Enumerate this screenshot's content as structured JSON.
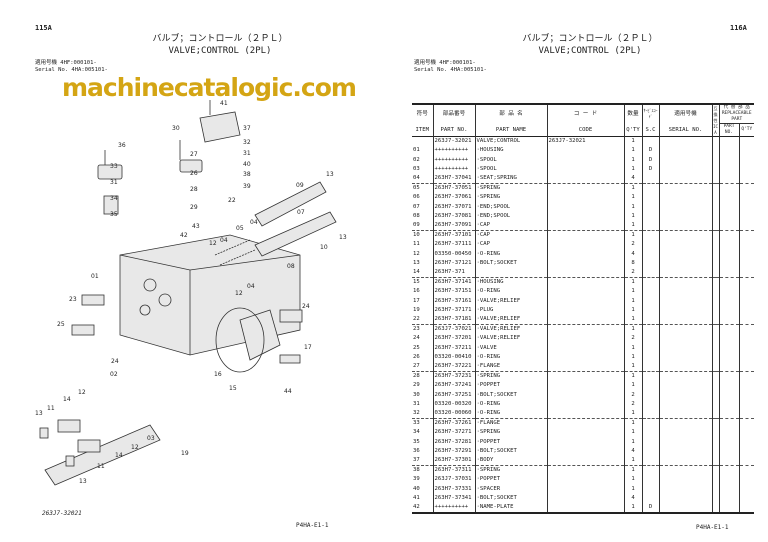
{
  "left_page": {
    "page_number": "115A",
    "title_jp": "バルブ；コントロール（２ＰＬ）",
    "title_en": "VALVE;CONTROL (2PL)",
    "serial_line1": "適用号機  4HF:000101-",
    "serial_line2": "Serial No. 4HA:005101-",
    "diagram_part_number": "263J7-32021",
    "footer": "P4HA-E1-1",
    "callouts": [
      "41",
      "30",
      "37",
      "36",
      "27",
      "32",
      "31",
      "40",
      "33",
      "26",
      "38",
      "39",
      "13",
      "31",
      "28",
      "09",
      "34",
      "29",
      "22",
      "35",
      "07",
      "43",
      "05",
      "04",
      "42",
      "12",
      "04",
      "13",
      "10",
      "08",
      "01",
      "04",
      "12",
      "23",
      "24",
      "25",
      "17",
      "24",
      "02",
      "16",
      "15",
      "44",
      "12",
      "14",
      "11",
      "13",
      "03",
      "12",
      "14",
      "19",
      "11",
      "13"
    ]
  },
  "right_page": {
    "page_number": "116A",
    "title_jp": "バルブ；コントロール（２ＰＬ）",
    "title_en": "VALVE;CONTROL (2PL)",
    "serial_line1": "適用号機  4HF:000101-",
    "serial_line2": "Serial No. 4HA:005101-",
    "footer": "P4HA-E1-1",
    "headers": {
      "item_jp": "符号",
      "item": "ITEM",
      "part_no_jp": "部品番号",
      "part_no": "PART NO.",
      "part_name_jp": "部 品 名",
      "part_name": "PART NAME",
      "code_jp": "コ ー ド",
      "code": "CODE",
      "qty_jp": "数量",
      "qty": "Q'TY",
      "sc_jp": "ｻｰﾋﾞｽｺｰﾄﾞ",
      "sc": "S.C",
      "serial_jp": "適用号機",
      "serial": "SERIAL NO.",
      "ica_jp": "互換性",
      "ica": "ICA",
      "replaceable_jp": "代 替 部 品",
      "replaceable": "REPLACEABLE PART",
      "repl_part_no": "PART NO.",
      "repl_qty": "Q'TY"
    },
    "rows": [
      {
        "item": "",
        "part_no": "263J7-32021",
        "name": "VALVE;CONTROL",
        "code": "263J7-32021",
        "qty": "1",
        "sc": ""
      },
      {
        "item": "01",
        "part_no": "++++++++++",
        "name": "·HOUSING",
        "code": "",
        "qty": "1",
        "sc": "D"
      },
      {
        "item": "02",
        "part_no": "++++++++++",
        "name": "·SPOOL",
        "code": "",
        "qty": "1",
        "sc": "D"
      },
      {
        "item": "03",
        "part_no": "++++++++++",
        "name": "·SPOOL",
        "code": "",
        "qty": "1",
        "sc": "D"
      },
      {
        "item": "04",
        "part_no": "263H7-37041",
        "name": "·SEAT;SPRING",
        "code": "",
        "qty": "4",
        "sc": ""
      },
      {
        "item": "05",
        "part_no": "263H7-37051",
        "name": "·SPRING",
        "code": "",
        "qty": "1",
        "sc": ""
      },
      {
        "item": "06",
        "part_no": "263H7-37061",
        "name": "·SPRING",
        "code": "",
        "qty": "1",
        "sc": ""
      },
      {
        "item": "07",
        "part_no": "263H7-37071",
        "name": "·END;SPOOL",
        "code": "",
        "qty": "1",
        "sc": ""
      },
      {
        "item": "08",
        "part_no": "263H7-37081",
        "name": "·END;SPOOL",
        "code": "",
        "qty": "1",
        "sc": ""
      },
      {
        "item": "09",
        "part_no": "263H7-37091",
        "name": "·CAP",
        "code": "",
        "qty": "1",
        "sc": ""
      },
      {
        "item": "10",
        "part_no": "263H7-37101",
        "name": "·CAP",
        "code": "",
        "qty": "1",
        "sc": ""
      },
      {
        "item": "11",
        "part_no": "263H7-37111",
        "name": "·CAP",
        "code": "",
        "qty": "2",
        "sc": ""
      },
      {
        "item": "12",
        "part_no": "03350-00450",
        "name": "·O-RING",
        "code": "",
        "qty": "4",
        "sc": ""
      },
      {
        "item": "13",
        "part_no": "263H7-37121",
        "name": "·BOLT;SOCKET",
        "code": "",
        "qty": "8",
        "sc": ""
      },
      {
        "item": "14",
        "part_no": "263H7-371",
        "name": "",
        "code": "",
        "qty": "2",
        "sc": ""
      },
      {
        "item": "15",
        "part_no": "263H7-37141",
        "name": "·HOUSING",
        "code": "",
        "qty": "1",
        "sc": ""
      },
      {
        "item": "16",
        "part_no": "263H7-37151",
        "name": "·O-RING",
        "code": "",
        "qty": "1",
        "sc": ""
      },
      {
        "item": "17",
        "part_no": "263H7-37161",
        "name": "·VALVE;RELIEF",
        "code": "",
        "qty": "1",
        "sc": ""
      },
      {
        "item": "19",
        "part_no": "263H7-37171",
        "name": "·PLUG",
        "code": "",
        "qty": "1",
        "sc": ""
      },
      {
        "item": "22",
        "part_no": "263H7-37181",
        "name": "·VALVE;RELIEF",
        "code": "",
        "qty": "1",
        "sc": ""
      },
      {
        "item": "23",
        "part_no": "263J7-37021",
        "name": "·VALVE;RELIEF",
        "code": "",
        "qty": "1",
        "sc": ""
      },
      {
        "item": "24",
        "part_no": "263H7-37201",
        "name": "·VALVE;RELIEF",
        "code": "",
        "qty": "2",
        "sc": ""
      },
      {
        "item": "25",
        "part_no": "263H7-37211",
        "name": "·VALVE",
        "code": "",
        "qty": "1",
        "sc": ""
      },
      {
        "item": "26",
        "part_no": "03320-00410",
        "name": "·O-RING",
        "code": "",
        "qty": "1",
        "sc": ""
      },
      {
        "item": "27",
        "part_no": "263H7-37221",
        "name": "·FLANGE",
        "code": "",
        "qty": "1",
        "sc": ""
      },
      {
        "item": "28",
        "part_no": "263H7-37231",
        "name": "·SPRING",
        "code": "",
        "qty": "1",
        "sc": ""
      },
      {
        "item": "29",
        "part_no": "263H7-37241",
        "name": "·POPPET",
        "code": "",
        "qty": "1",
        "sc": ""
      },
      {
        "item": "30",
        "part_no": "263H7-37251",
        "name": "·BOLT;SOCKET",
        "code": "",
        "qty": "2",
        "sc": ""
      },
      {
        "item": "31",
        "part_no": "03320-00320",
        "name": "·O-RING",
        "code": "",
        "qty": "2",
        "sc": ""
      },
      {
        "item": "32",
        "part_no": "03320-00060",
        "name": "·O-RING",
        "code": "",
        "qty": "1",
        "sc": ""
      },
      {
        "item": "33",
        "part_no": "263H7-37261",
        "name": "·FLANGE",
        "code": "",
        "qty": "1",
        "sc": ""
      },
      {
        "item": "34",
        "part_no": "263H7-37271",
        "name": "·SPRING",
        "code": "",
        "qty": "1",
        "sc": ""
      },
      {
        "item": "35",
        "part_no": "263H7-37281",
        "name": "·POPPET",
        "code": "",
        "qty": "1",
        "sc": ""
      },
      {
        "item": "36",
        "part_no": "263H7-37291",
        "name": "·BOLT;SOCKET",
        "code": "",
        "qty": "4",
        "sc": ""
      },
      {
        "item": "37",
        "part_no": "263H7-37301",
        "name": "·BODY",
        "code": "",
        "qty": "1",
        "sc": ""
      },
      {
        "item": "38",
        "part_no": "263H7-37311",
        "name": "·SPRING",
        "code": "",
        "qty": "1",
        "sc": ""
      },
      {
        "item": "39",
        "part_no": "263J7-37031",
        "name": "·POPPET",
        "code": "",
        "qty": "1",
        "sc": ""
      },
      {
        "item": "40",
        "part_no": "263H7-37331",
        "name": "·SPACER",
        "code": "",
        "qty": "1",
        "sc": ""
      },
      {
        "item": "41",
        "part_no": "263H7-37341",
        "name": "·BOLT;SOCKET",
        "code": "",
        "qty": "4",
        "sc": ""
      },
      {
        "item": "42",
        "part_no": "++++++++++",
        "name": "·NAME-PLATE",
        "code": "",
        "qty": "1",
        "sc": "D"
      }
    ]
  },
  "watermark": "machinecatalogic.com",
  "colors": {
    "watermark": "#d4a514",
    "ink": "#222222"
  }
}
